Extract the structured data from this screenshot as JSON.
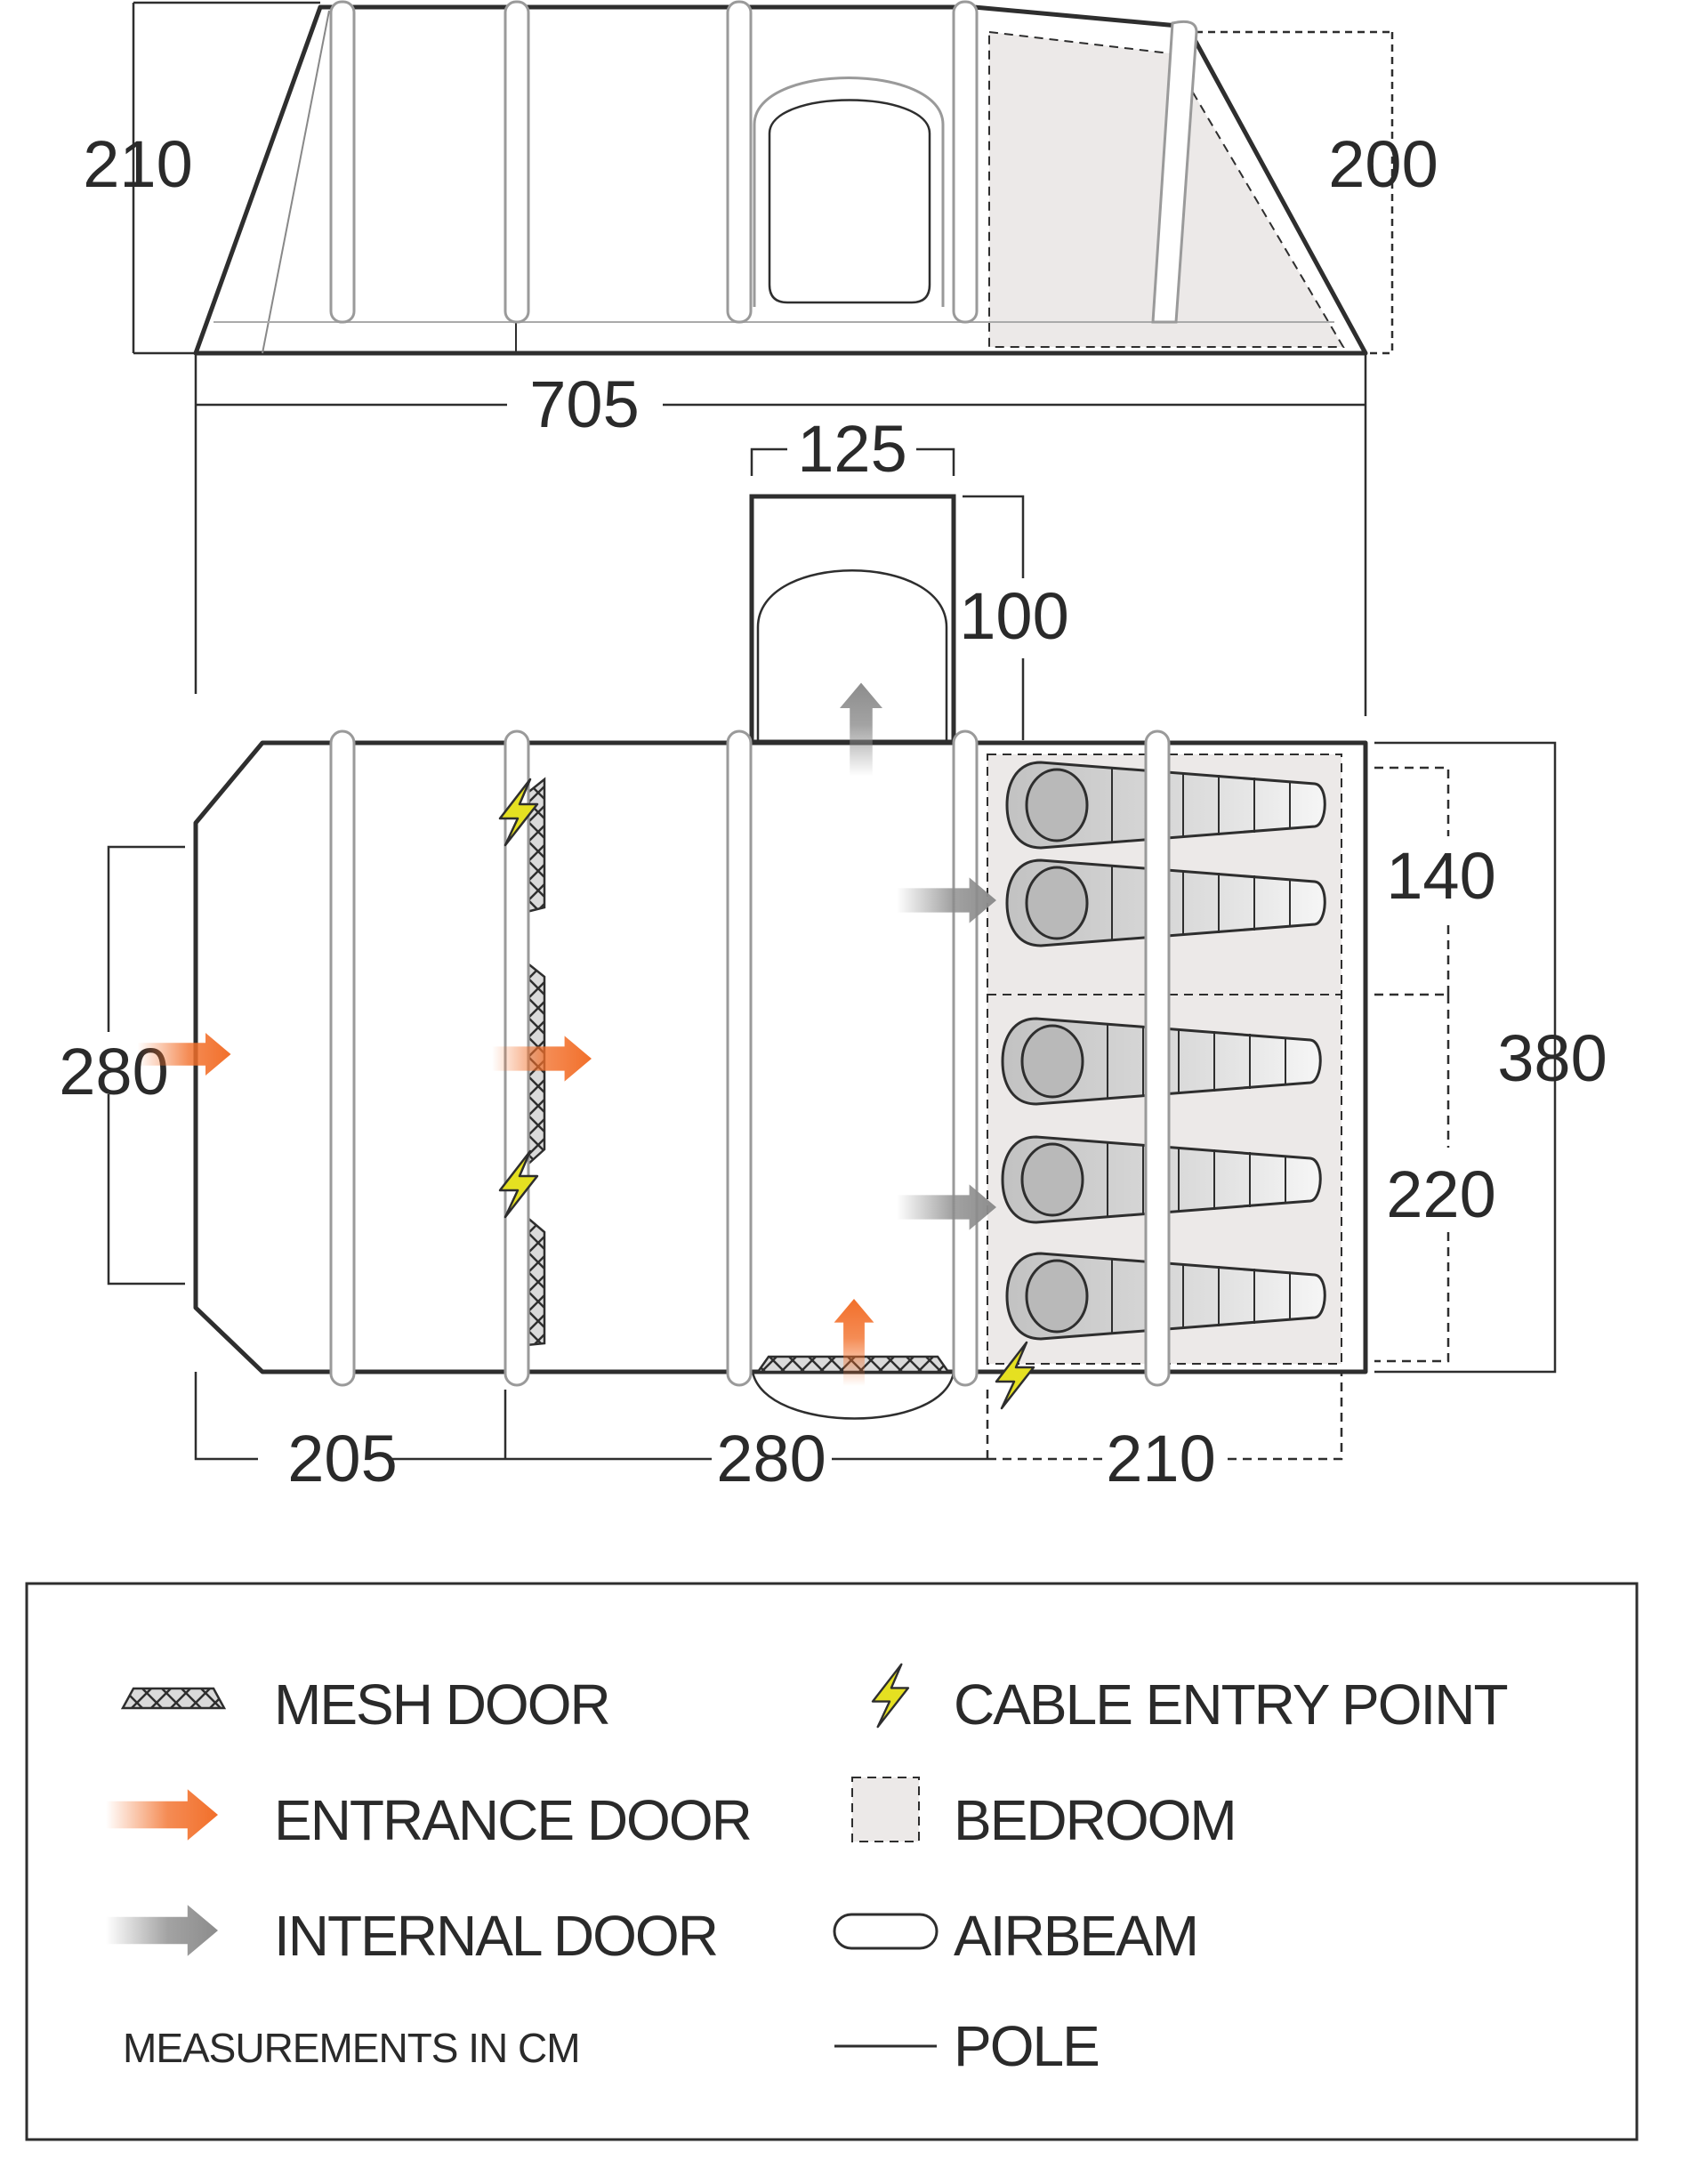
{
  "colors": {
    "outline": "#2e2e2e",
    "airbeam_fill": "#ffffff",
    "airbeam_stroke": "#9a9a9a",
    "tent_fill": "#ffffff",
    "bedroom_fill": "#ece9e8",
    "dim_line": "#2e2e2e",
    "entrance_arrow": "#f26f2a",
    "internal_arrow": "#8c8c8c",
    "cable_entry": "#e5e021",
    "sleeping_bag": "#c7c7c7"
  },
  "side_view": {
    "dims": {
      "height_left": "210",
      "height_right": "200",
      "length": "705"
    }
  },
  "floor_plan": {
    "dims": {
      "porch_width": "125",
      "porch_depth": "100",
      "left_end_width": "280",
      "bedroom_a": "140",
      "bedroom_b": "220",
      "total_width": "380",
      "section_1": "205",
      "section_2": "280",
      "section_3": "210"
    }
  },
  "legend": {
    "items": [
      {
        "label": "MESH DOOR",
        "icon": "mesh-door-icon"
      },
      {
        "label": "CABLE ENTRY POINT",
        "icon": "cable-entry-icon"
      },
      {
        "label": "ENTRANCE DOOR",
        "icon": "entrance-door-icon"
      },
      {
        "label": "BEDROOM",
        "icon": "bedroom-icon"
      },
      {
        "label": "INTERNAL DOOR",
        "icon": "internal-door-icon"
      },
      {
        "label": "AIRBEAM",
        "icon": "airbeam-icon"
      },
      {
        "label": "POLE",
        "icon": "pole-icon"
      }
    ],
    "note": "MEASUREMENTS IN CM"
  }
}
